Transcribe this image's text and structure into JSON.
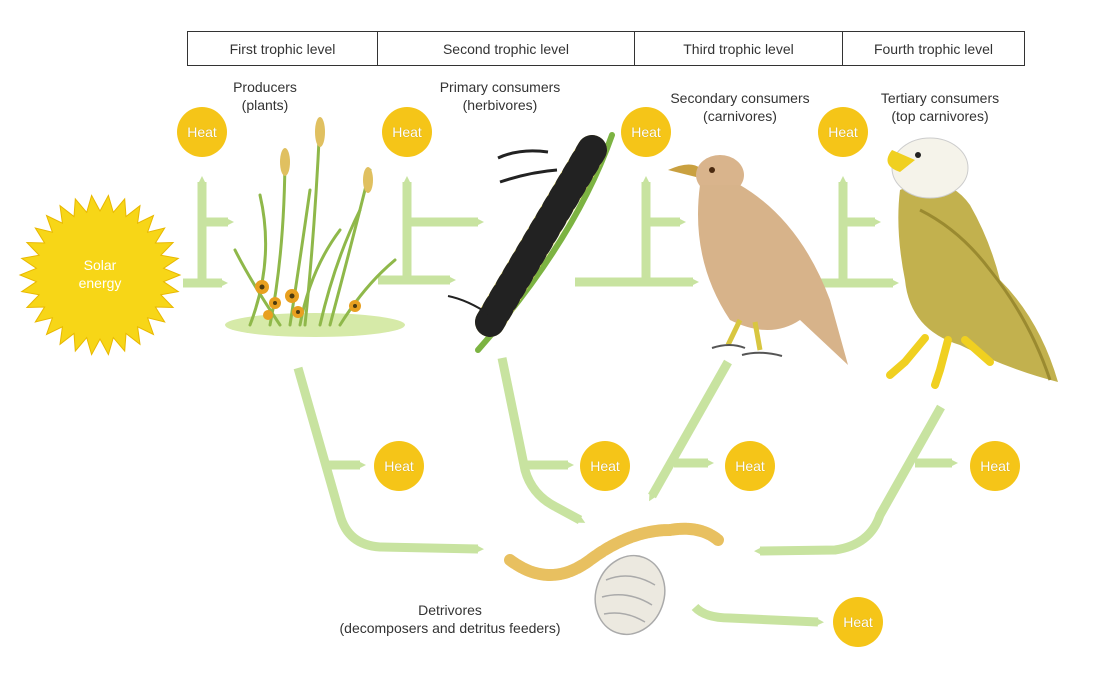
{
  "header": {
    "levels": [
      "First trophic level",
      "Second trophic level",
      "Third trophic level",
      "Fourth trophic level"
    ]
  },
  "sun": {
    "label_line1": "Solar",
    "label_line2": "energy"
  },
  "organisms": {
    "producers": {
      "line1": "Producers",
      "line2": "(plants)"
    },
    "primary": {
      "line1": "Primary consumers",
      "line2": "(herbivores)"
    },
    "secondary": {
      "line1": "Secondary consumers",
      "line2": "(carnivores)"
    },
    "tertiary": {
      "line1": "Tertiary consumers",
      "line2": "(top carnivores)"
    },
    "detrivores": {
      "line1": "Detrivores",
      "line2": "(decomposers and detritus feeders)"
    }
  },
  "heat_label": "Heat",
  "colors": {
    "arrow": "#c8e3a0",
    "heat": "#f5c518",
    "sun": "#f7d617"
  }
}
